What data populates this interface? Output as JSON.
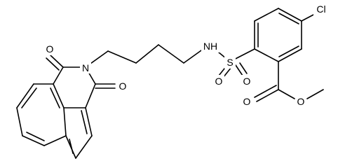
{
  "diagram": {
    "type": "chemical-structure",
    "background_color": "#ffffff",
    "bond_color": "#000000",
    "labels": {
      "imide_top_oxygen": "O",
      "imide_nitrogen": "N",
      "imide_bottom_oxygen": "O",
      "sulfonamide_nh": "NH",
      "sulfonyl_sulfur": "S",
      "sulfonyl_oxygen_left": "O",
      "sulfonyl_oxygen_right": "O",
      "chlorine": "Cl",
      "ester_carbonyl_oxygen": "O",
      "ester_ether_oxygen": "O"
    }
  }
}
